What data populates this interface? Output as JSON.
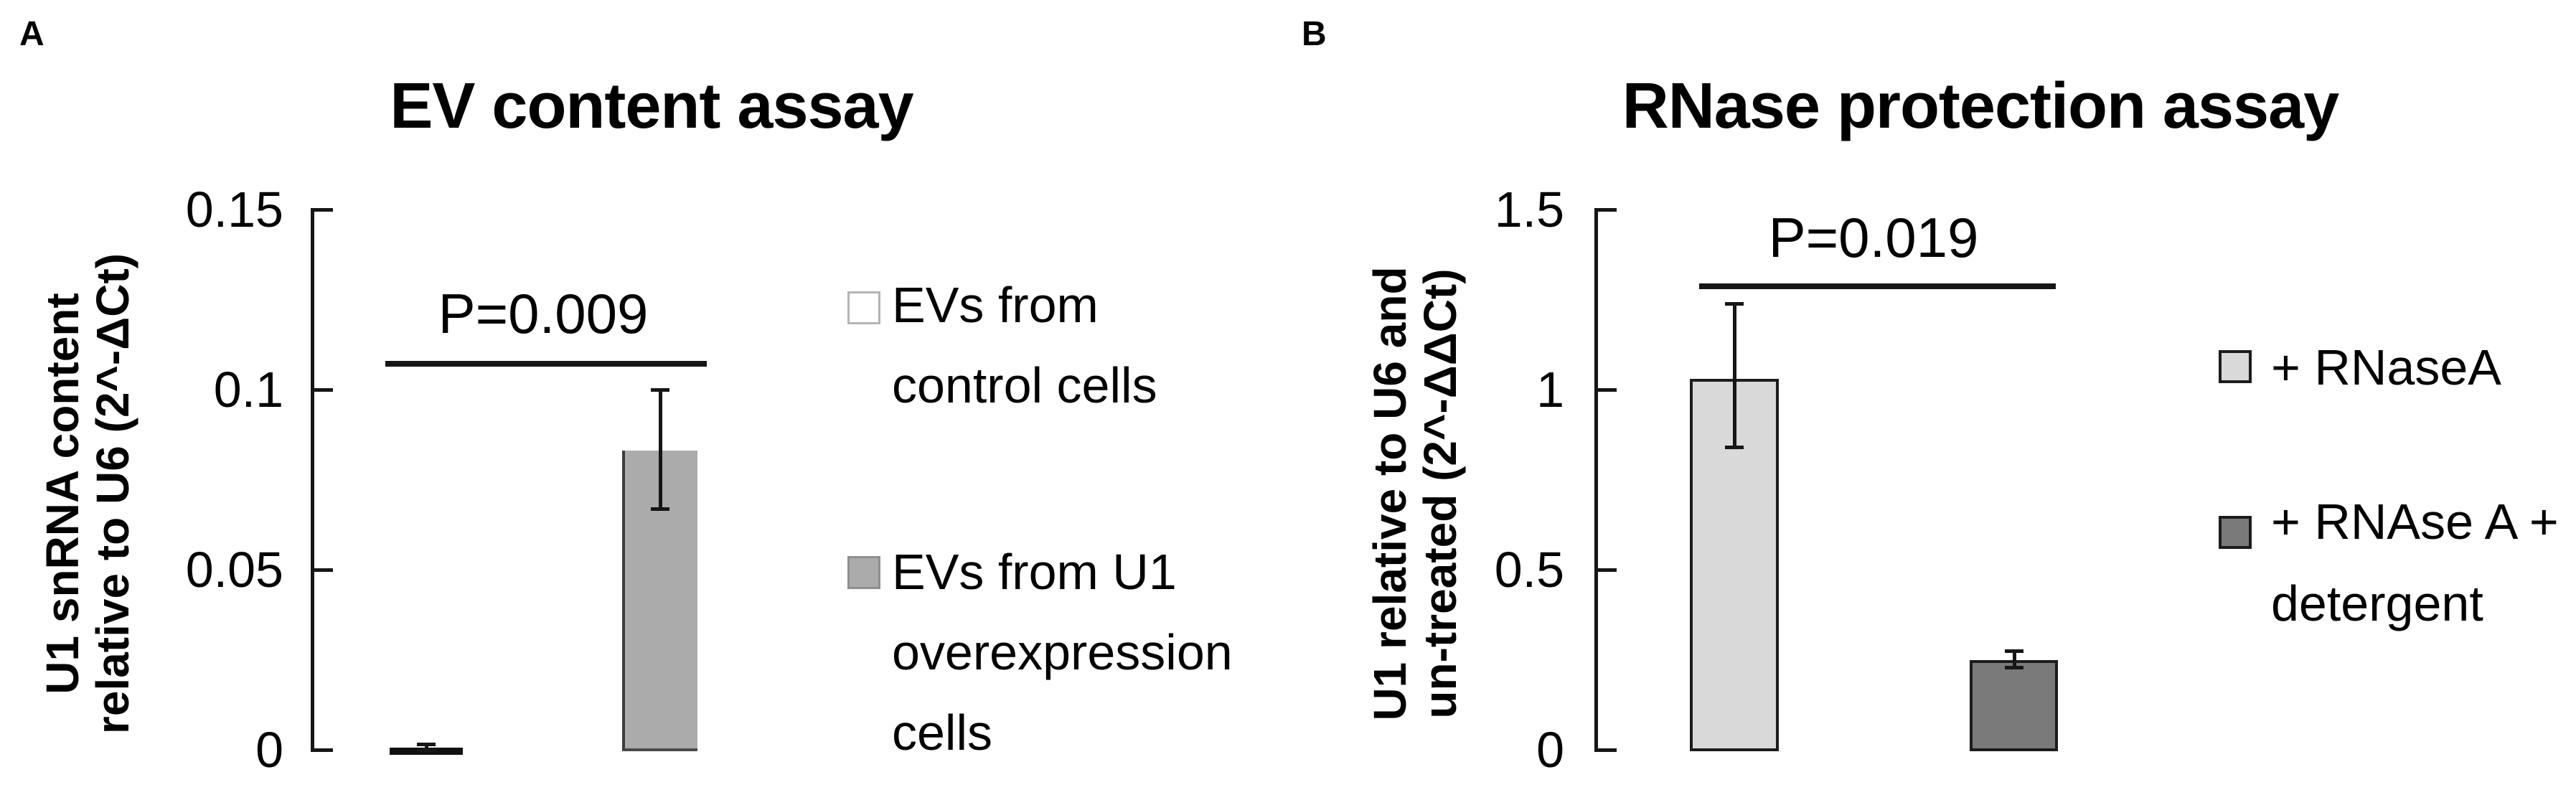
{
  "figure": {
    "panels": [
      {
        "letter": "A",
        "title": "EV content assay",
        "y_axis_label_lines": [
          "U1 snRNA content",
          "relative to U6 (2^-ΔCt)"
        ],
        "significance_label": "P=0.009",
        "chart_data": {
          "type": "bar",
          "title": "EV content assay",
          "ylabel": "U1 snRNA content relative to U6 (2^-ΔCt)",
          "categories": [
            "EVs from control cells",
            "EVs from U1 overexpression cells"
          ],
          "values": [
            0.0005,
            0.083
          ],
          "error_low": [
            0.0,
            0.067
          ],
          "error_high": [
            0.0015,
            0.1
          ],
          "ylim": [
            0,
            0.15
          ],
          "yticks": [
            0,
            0.05,
            0.1,
            0.15
          ],
          "ytick_labels": [
            "0",
            "0.05",
            "0.1",
            "0.15"
          ],
          "grid": false,
          "legend_position": "right",
          "significance": {
            "label": "P=0.009",
            "p_value": 0.009,
            "between": [
              "EVs from control cells",
              "EVs from U1 overexpression cells"
            ]
          },
          "bar_colors": [
            "#ffffff",
            "#ababab"
          ],
          "legend": [
            {
              "label_lines": [
                "EVs from",
                "control cells"
              ],
              "color": "#ffffff"
            },
            {
              "label_lines": [
                "EVs from U1",
                "overexpression",
                "cells"
              ],
              "color": "#ababab"
            }
          ]
        }
      },
      {
        "letter": "B",
        "title": "RNase protection assay",
        "y_axis_label_lines": [
          "U1 relative to U6 and",
          "un-treated (2^-ΔΔCt)"
        ],
        "significance_label": "P=0.019",
        "chart_data": {
          "type": "bar",
          "title": "RNase protection assay",
          "ylabel": "U1 relative to U6 and un-treated (2^-ΔΔCt)",
          "categories": [
            "+ RNaseA",
            "+ RNAse A + detergent"
          ],
          "values": [
            1.03,
            0.25
          ],
          "error_low": [
            0.84,
            0.23
          ],
          "error_high": [
            1.24,
            0.275
          ],
          "ylim": [
            0,
            1.5
          ],
          "yticks": [
            0,
            0.5,
            1,
            1.5
          ],
          "ytick_labels": [
            "0",
            "0.5",
            "1",
            "1.5"
          ],
          "grid": false,
          "legend_position": "right",
          "significance": {
            "label": "P=0.019",
            "p_value": 0.019,
            "between": [
              "+ RNaseA",
              "+ RNAse A + detergent"
            ]
          },
          "bar_colors": [
            "#d9d9d9",
            "#7a7a7a"
          ],
          "legend": [
            {
              "label_lines": [
                "+ RNaseA"
              ],
              "color": "#d9d9d9"
            },
            {
              "label_lines": [
                "+ RNAse A +",
                "detergent"
              ],
              "color": "#7a7a7a"
            }
          ]
        }
      }
    ]
  }
}
